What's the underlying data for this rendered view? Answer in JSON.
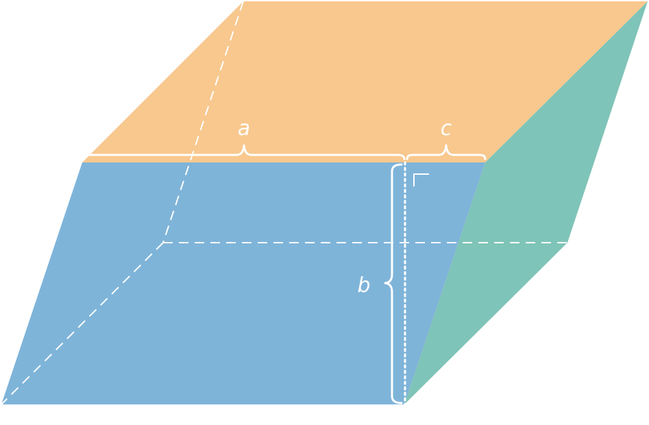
{
  "labels": {
    "a": "a",
    "b": "b",
    "c": "c"
  },
  "colors": {
    "top_face": "#F8C88E",
    "front_face": "#7FB4D9",
    "side_face": "#7FC4B8",
    "lines": "#FFFFFF"
  }
}
